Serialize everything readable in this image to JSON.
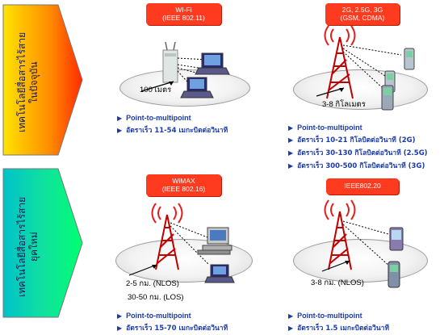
{
  "sections": [
    {
      "arrow_line1": "เทคโนโลยีสื่อสารไร้สาย",
      "arrow_line2": "ในปัจจุบัน",
      "colors": [
        "#ffe000",
        "#ff2000"
      ]
    },
    {
      "arrow_line1": "เทคโนโลยีสื่อสารไร้สาย",
      "arrow_line2": "ยุคใหม่",
      "colors": [
        "#00c8b4",
        "#00ff80"
      ]
    }
  ],
  "panels": {
    "wifi": {
      "badge_line1": "WI-Fi",
      "badge_line2": "(IEEE 802.11)",
      "distance": "100 เมตร",
      "bullets": [
        "Point-to-multipoint",
        "อัตราเร็ว 11-54 เมกะบิตต่อวินาที"
      ]
    },
    "cellular": {
      "badge_line1": "2G, 2.5G, 3G",
      "badge_line2": "(GSM, CDMA)",
      "distance": "3-8 กิโลเมตร",
      "bullets": [
        "Point-to-multipoint",
        "อัตราเร็ว 10-21 กิโลบิตต่อวินาที (2G)",
        "อัตราเร็ว 30-130 กิโลบิตต่อวินาที (2.5G)",
        "อัตราเร็ว 300-500 กิโลบิตต่อวินาที (3G)"
      ]
    },
    "wimax": {
      "badge_line1": "WiMAX",
      "badge_line2": "(IEEE 802.16)",
      "distance_1": "2-5 กม. (NLOS)",
      "distance_2": "30-50 กม. (LOS)",
      "bullets": [
        "Point-to-multipoint",
        "อัตราเร็ว 15-70 เมกะบิตต่อวินาที"
      ]
    },
    "ieee80220": {
      "badge_line1": "IEEE802.20",
      "distance": "3-8 กม. (NLOS)",
      "bullets": [
        "Point-to-multipoint",
        "อัตราเร็ว 1.5 เมกะบิตต่อวินาที"
      ]
    }
  }
}
